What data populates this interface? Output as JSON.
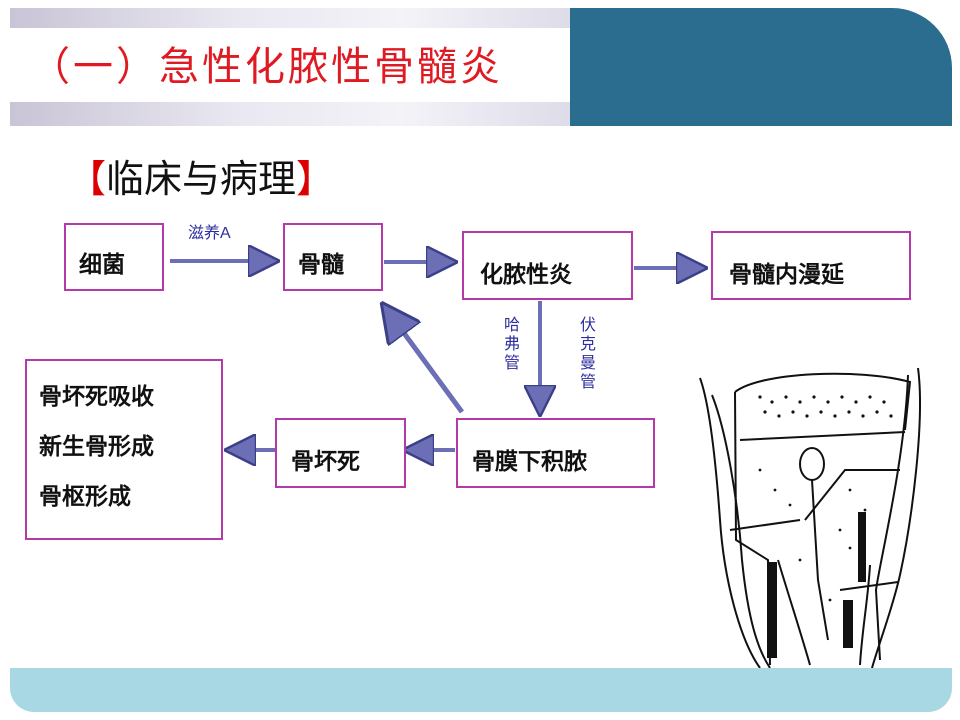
{
  "title": "（一）急性化脓性骨髓炎",
  "section": {
    "open": "【",
    "text": "临床与病理",
    "close": "】"
  },
  "nodes": {
    "bacteria": "细菌",
    "marrow": "骨髓",
    "suppurative": "化脓性炎",
    "spread": "骨髓内漫延",
    "subperiosteal": "骨膜下积脓",
    "necrosis": "骨坏死",
    "outcomes": [
      "骨坏死吸收",
      "新生骨形成",
      "骨枢形成"
    ]
  },
  "labels": {
    "nutrient": "滋养A",
    "havers": "哈弗管",
    "volkmann": "伏克曼管"
  },
  "colors": {
    "arrow": "#6c6fb6",
    "box_border": "#b33aa8",
    "title": "#e01a22",
    "header": "#2b6d8e",
    "footer": "#a7d8e4"
  }
}
